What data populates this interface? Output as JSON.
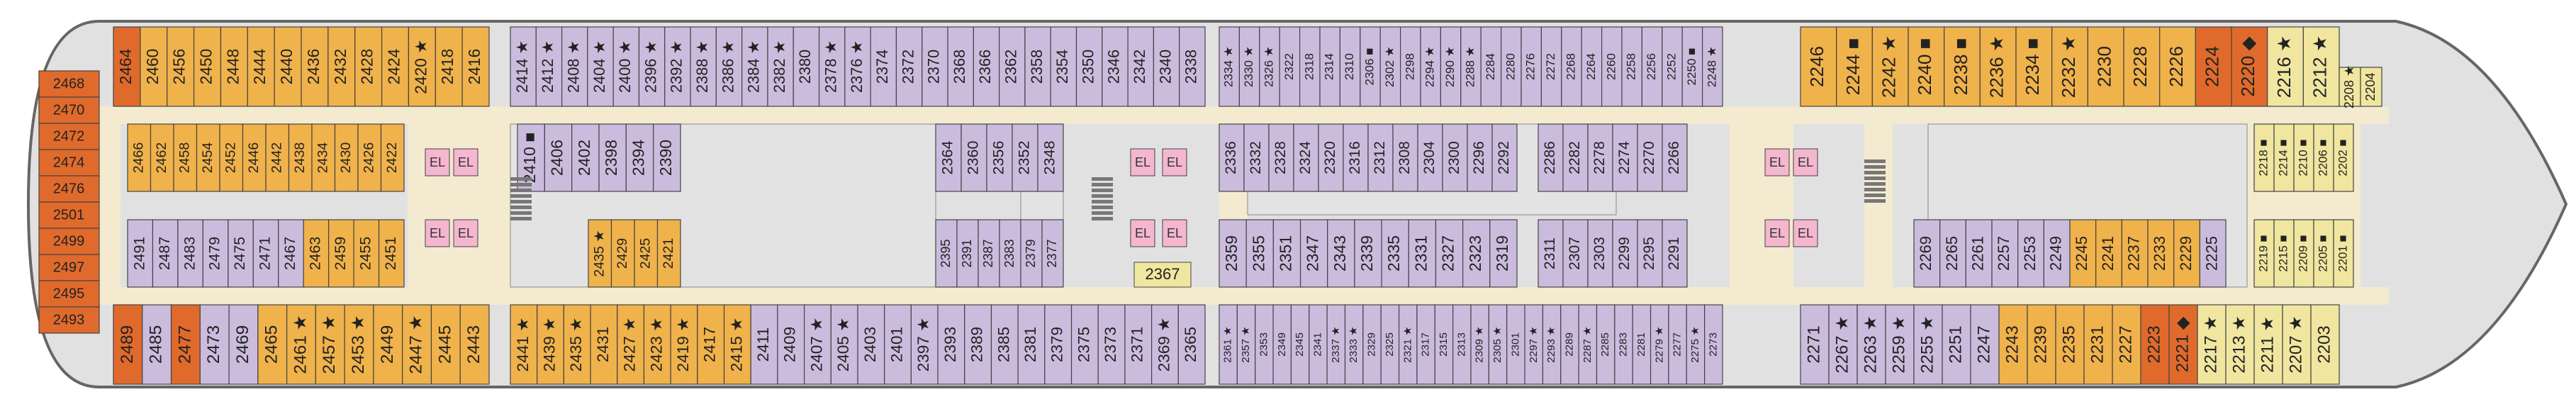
{
  "colors": {
    "hull": "#e1e1e1",
    "hull_stroke": "#666666",
    "corridor": "#f4ead0",
    "room_purple": "#cbbcde",
    "room_yellow": "#f0b24a",
    "room_orange": "#e06a2c",
    "room_tan": "#f0e6a0",
    "elevator": "#f4b7cf",
    "public_area": "#e3e3e3",
    "text": "#222222"
  },
  "rows": {
    "top_outer": {
      "seg1": [
        "2464",
        "2460",
        "2456",
        "2450",
        "2448",
        "2444",
        "2440",
        "2436",
        "2432",
        "2428",
        "2424",
        "2420 ★",
        "2418",
        "2416"
      ],
      "seg2": [
        "2414 ★",
        "2412 ★",
        "2408 ★",
        "2404 ★",
        "2400 ★",
        "2396 ★",
        "2392 ★",
        "2388 ★",
        "2386 ★",
        "2384 ★",
        "2382 ★",
        "2380",
        "2378 ★",
        "2376 ★",
        "2374",
        "2372",
        "2370",
        "2368",
        "2366",
        "2362",
        "2358",
        "2354",
        "2350",
        "2346",
        "2342",
        "2340",
        "2338"
      ],
      "seg3": [
        "2334 ★",
        "2330 ★",
        "2326 ★",
        "2322",
        "2318",
        "2314",
        "2310",
        "2306 ■",
        "2302 ★",
        "2298",
        "2294 ★",
        "2290 ★",
        "2288 ★",
        "2284",
        "2280",
        "2276",
        "2272",
        "2268",
        "2264",
        "2260",
        "2258",
        "2256",
        "2252",
        "2250 ■",
        "2248 ★"
      ],
      "seg4": [
        "2246",
        "2244 ■",
        "2242 ★",
        "2240 ■",
        "2238 ■",
        "2236 ★",
        "2234 ■",
        "2232 ★",
        "2230",
        "2228",
        "2226",
        "2224",
        "2220 ◆",
        "2216 ★",
        "2212 ★"
      ]
    },
    "top_inner": {
      "seg1": [
        "2466",
        "2462",
        "2458",
        "2454",
        "2452",
        "2446",
        "2442",
        "2438",
        "2434",
        "2430",
        "2426",
        "2422"
      ],
      "seg2a": [
        "2410 ■",
        "2406",
        "2402",
        "2398",
        "2394",
        "2390"
      ],
      "seg2b": [
        "2364",
        "2360",
        "2356",
        "2352",
        "2348"
      ],
      "seg3a": [
        "2336",
        "2332",
        "2328",
        "2324",
        "2320",
        "2316",
        "2312",
        "2308",
        "2304",
        "2300",
        "2296",
        "2292"
      ],
      "seg3b": [
        "2286",
        "2282",
        "2278",
        "2274",
        "2270",
        "2266"
      ],
      "seg4": [
        "2218 ■",
        "2214 ■",
        "2210 ■",
        "2206 ■",
        "2202 ■"
      ]
    },
    "bottom_inner": {
      "seg1": [
        "2491",
        "2487",
        "2483",
        "2479",
        "2475",
        "2471",
        "2467",
        "2463",
        "2459",
        "2455",
        "2451"
      ],
      "seg2a": [
        "2435 ★",
        "2429",
        "2425",
        "2421"
      ],
      "seg2b": [
        "2395",
        "2391",
        "2387",
        "2383",
        "2379",
        "2377"
      ],
      "seg3a": [
        "2359",
        "2355",
        "2351",
        "2347",
        "2343",
        "2339",
        "2335",
        "2331",
        "2327",
        "2323",
        "2319"
      ],
      "seg3b": [
        "2311",
        "2307",
        "2303",
        "2299",
        "2295",
        "2291"
      ],
      "seg3c": [
        "2269",
        "2265",
        "2261",
        "2257",
        "2253",
        "2249",
        "2245",
        "2241",
        "2237",
        "2233",
        "2229",
        "2225"
      ],
      "seg4": [
        "2219 ■",
        "2215 ■",
        "2209 ■",
        "2205 ■",
        "2201 ■"
      ]
    },
    "bottom_outer": {
      "seg1": [
        "2489",
        "2485",
        "2477",
        "2473",
        "2469",
        "2465",
        "2461 ★",
        "2457 ★",
        "2453 ★",
        "2449",
        "2447 ★",
        "2445",
        "2443"
      ],
      "seg2": [
        "2441 ★",
        "2439 ★",
        "2435 ★",
        "2431",
        "2427 ★",
        "2423 ★",
        "2419 ★",
        "2417",
        "2415 ★",
        "2411",
        "2409",
        "2407 ★",
        "2405 ★",
        "2403",
        "2401",
        "2397 ★",
        "2393",
        "2389",
        "2385",
        "2381",
        "2379",
        "2375",
        "2373",
        "2371",
        "2369 ★",
        "2365"
      ],
      "seg3": [
        "2361 ★",
        "2357 ★",
        "2353",
        "2349",
        "2345",
        "2341",
        "2337 ★",
        "2333 ★",
        "2329",
        "2325",
        "2321 ★",
        "2317",
        "2315",
        "2313",
        "2309 ★",
        "2305 ★",
        "2301",
        "2297 ★",
        "2293 ★",
        "2289",
        "2287 ★",
        "2285",
        "2283",
        "2281",
        "2279 ★",
        "2277",
        "2275 ★",
        "2273"
      ],
      "seg4": [
        "2271",
        "2267 ★",
        "2263 ★",
        "2259 ★",
        "2255 ★",
        "2251",
        "2247",
        "2243",
        "2239",
        "2235",
        "2231",
        "2227",
        "2223",
        "2221 ◆",
        "2217 ★",
        "2213 ★",
        "2211 ★",
        "2207 ★",
        "2203"
      ]
    },
    "bow_top": [
      "2208 ★",
      "2204"
    ],
    "stern": [
      "2468",
      "2470",
      "2472",
      "2474",
      "2476",
      "2501",
      "2499",
      "2497",
      "2495",
      "2493"
    ]
  },
  "extras": {
    "cabin_2367": "2367",
    "elevator_label": "EL"
  }
}
